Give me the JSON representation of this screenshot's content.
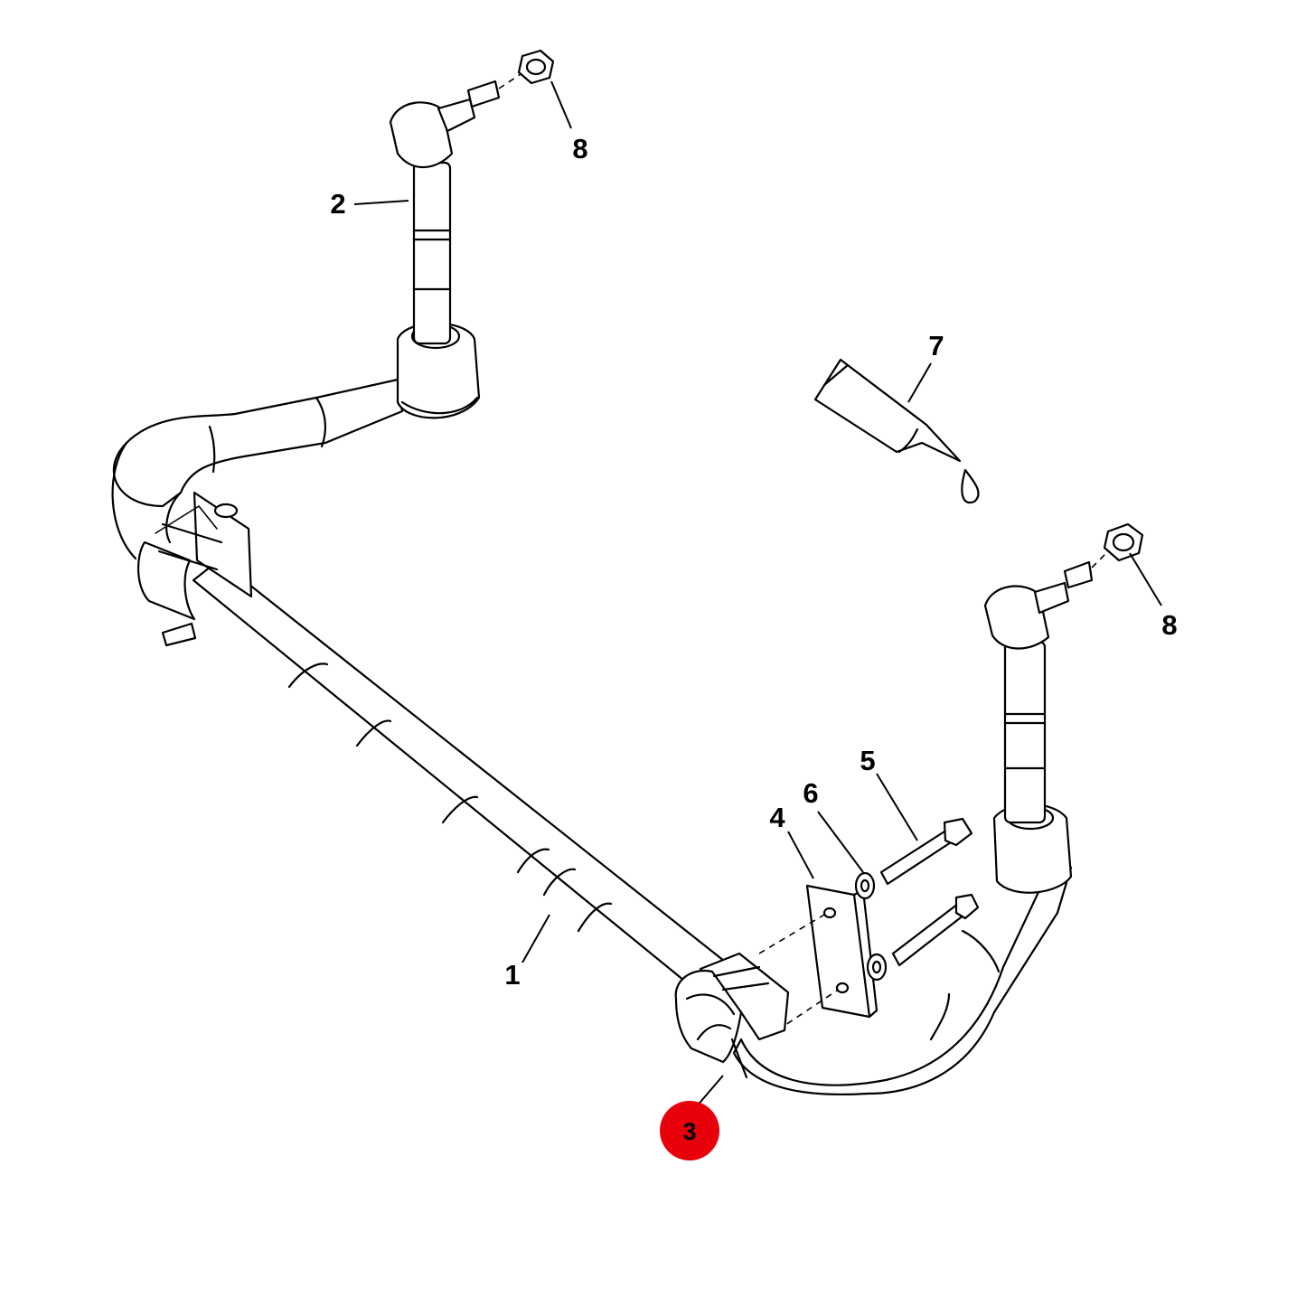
{
  "callouts": [
    {
      "id": "1",
      "label": "1",
      "part": "stabilizer-bar"
    },
    {
      "id": "2",
      "label": "2",
      "part": "stabilizer-link"
    },
    {
      "id": "3",
      "label": "3",
      "part": "bushing",
      "highlighted": true
    },
    {
      "id": "4",
      "label": "4",
      "part": "bracket-plate"
    },
    {
      "id": "5",
      "label": "5",
      "part": "bolt"
    },
    {
      "id": "6",
      "label": "6",
      "part": "washer"
    },
    {
      "id": "7",
      "label": "7",
      "part": "lubricant-tube"
    },
    {
      "id": "8a",
      "label": "8",
      "part": "nut"
    },
    {
      "id": "8b",
      "label": "8",
      "part": "nut"
    }
  ],
  "colors": {
    "line": "#000000",
    "background": "#ffffff",
    "highlight": "#e8000b"
  }
}
